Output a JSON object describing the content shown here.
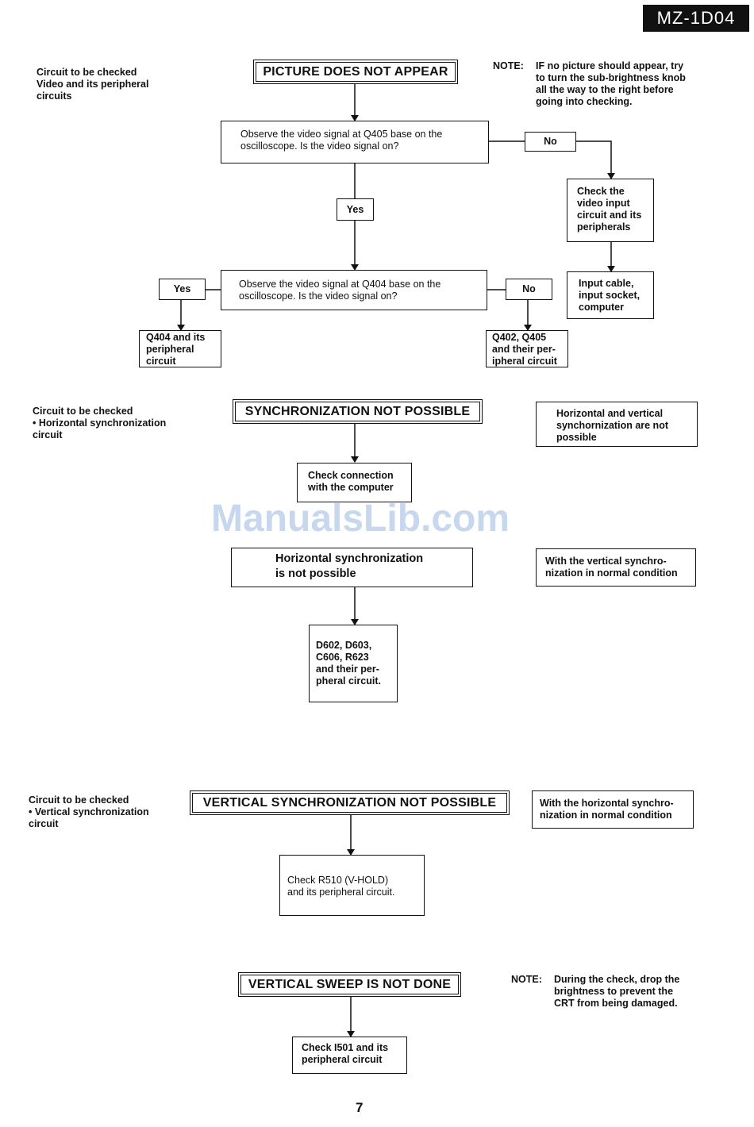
{
  "header": {
    "model": "MZ-1D04"
  },
  "watermark": "ManualsLib.com",
  "section1": {
    "side_note": "Circuit to be checked\nVideo and its peripheral\ncircuits",
    "title": "PICTURE DOES NOT APPEAR",
    "note_label": "NOTE:",
    "note_text": "IF no picture should appear, try\nto turn the sub-brightness knob\nall the way to the right before\ngoing into checking.",
    "step1": "Observe the video signal at Q405 base on the\noscilloscope.  Is the video signal on?",
    "no1": "No",
    "yes1": "Yes",
    "check_video": "Check the\nvideo input\ncircuit and its\nperipherals",
    "input_cable": "Input cable,\ninput socket,\ncomputer",
    "step2": "Observe the video signal at Q404 base on the\noscilloscope. Is the video signal on?",
    "yes2": "Yes",
    "no2": "No",
    "q404": "Q404 and its\nperipheral\ncircuit",
    "q402": "Q402, Q405\nand their per-\nipheral circuit"
  },
  "section2": {
    "side_note": "Circuit to be checked\n• Horizontal synchronization\n   circuit",
    "title": "SYNCHRONIZATION NOT POSSIBLE",
    "desc": "Horizontal and vertical\nsynchornization are not\npossible",
    "check_connection": "Check connection\nwith the computer",
    "horiz_title": "Horizontal synchronization\nis not possible",
    "horiz_desc": "With the vertical synchro-\nnization in normal condition",
    "diodes": "D602, D603,\nC606, R623\nand their per-\npheral circuit."
  },
  "section3": {
    "side_note": "Circuit to be checked\n• Vertical synchronization\n   circuit",
    "title": "VERTICAL SYNCHRONIZATION NOT POSSIBLE",
    "desc": "With the horizontal synchro-\nnization in normal condition",
    "check_r510": "Check R510 (V-HOLD)\nand its peripheral circuit."
  },
  "section4": {
    "title": "VERTICAL SWEEP IS NOT DONE",
    "note_label": "NOTE:",
    "note_text": "During the check, drop the\nbrightness to prevent the\nCRT from being damaged.",
    "check_i501": "Check I501 and its\nperipheral circuit"
  },
  "page_number": "7"
}
